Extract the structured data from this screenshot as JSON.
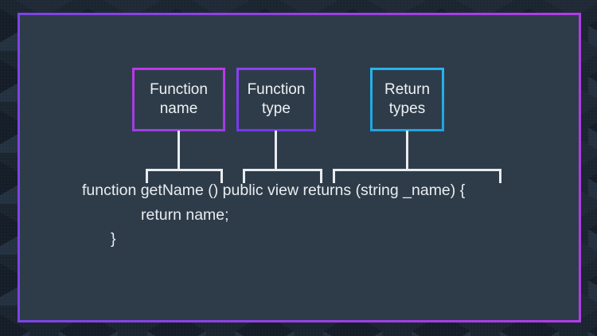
{
  "slide": {
    "boxes": [
      {
        "id": "function-name",
        "label": "Function name",
        "border_color": "#b13be6"
      },
      {
        "id": "function-type",
        "label": "Function type",
        "border_color": "#7d3cf0"
      },
      {
        "id": "return-types",
        "label": "Return types",
        "border_color": "#25ade8"
      }
    ],
    "code": {
      "line1": "function getName () public view returns (string _name) {",
      "line2": "return name;",
      "line3": "}"
    },
    "colors": {
      "canvas_background": "#1b2530",
      "panel_background": "#2e3c4a",
      "panel_border_gradient_start": "#7c44e6",
      "panel_border_gradient_end": "#b23ce8",
      "connector_line": "#e8ecef",
      "text": "#eef1f3"
    }
  }
}
